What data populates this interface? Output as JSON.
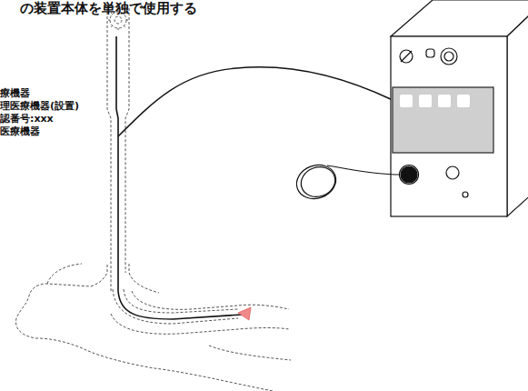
{
  "diagram": {
    "labels": [
      "の装置本体を単独で使用する",
      "療機器",
      "理医療機器(設置)",
      "認番号:xxx",
      "医療機器"
    ]
  }
}
